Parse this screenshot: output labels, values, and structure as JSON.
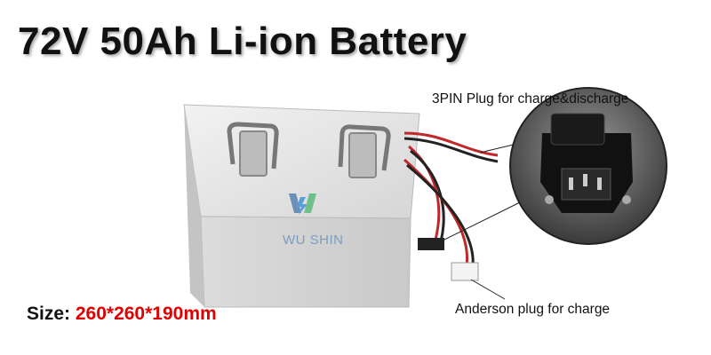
{
  "title": "72V 50Ah Li-ion Battery",
  "labels": {
    "plug_3pin": "3PIN Plug for charge&discharge",
    "anderson": "Anderson plug for charge"
  },
  "size": {
    "label": "Size:",
    "value": "260*260*190mm"
  },
  "brand": "WU SHIN",
  "colors": {
    "size_value": "#e00000",
    "brand": "#7d9cc0"
  }
}
